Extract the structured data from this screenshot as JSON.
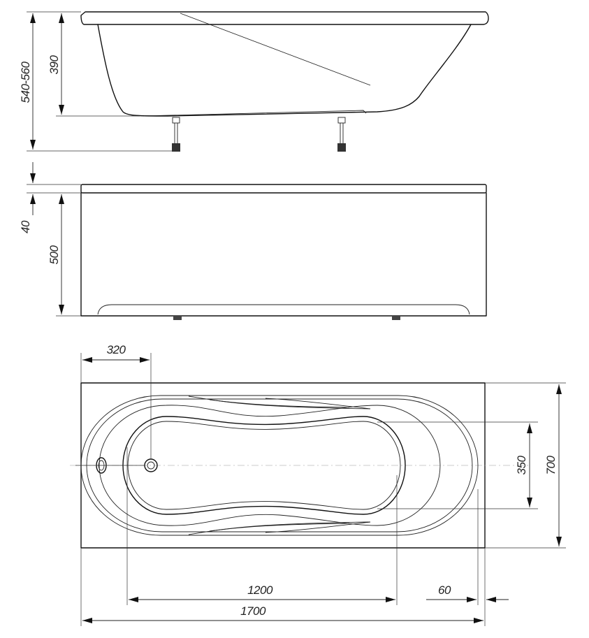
{
  "dimensions": {
    "side_total_height": "540-560",
    "side_depth": "390",
    "front_top_offset": "40",
    "front_height": "500",
    "top_drain_offset": "320",
    "top_inner_width": "350",
    "top_width": "700",
    "top_inner_length": "1200",
    "top_rim": "60",
    "top_length": "1700"
  }
}
